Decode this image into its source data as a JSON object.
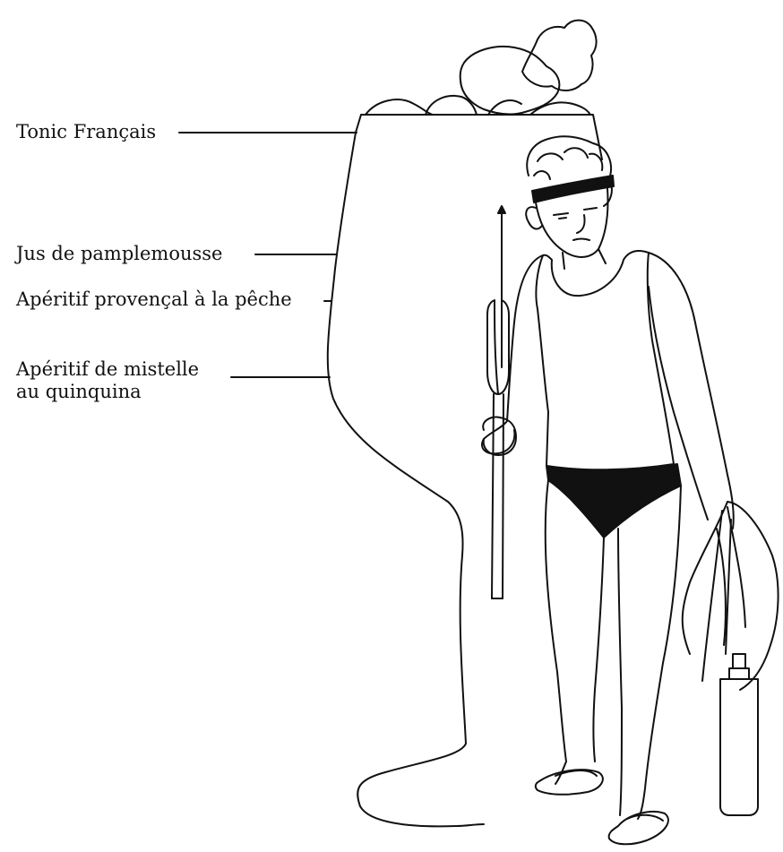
{
  "labels": {
    "tonic": "Tonic Français",
    "jus": "Jus de pamplemousse",
    "peche": "Apéritif provençal à la pêche",
    "mistelle_line1": "Apéritif de mistelle",
    "mistelle_line2": "au quinquina"
  },
  "colors": {
    "stroke": "#111111",
    "background": "#ffffff"
  }
}
